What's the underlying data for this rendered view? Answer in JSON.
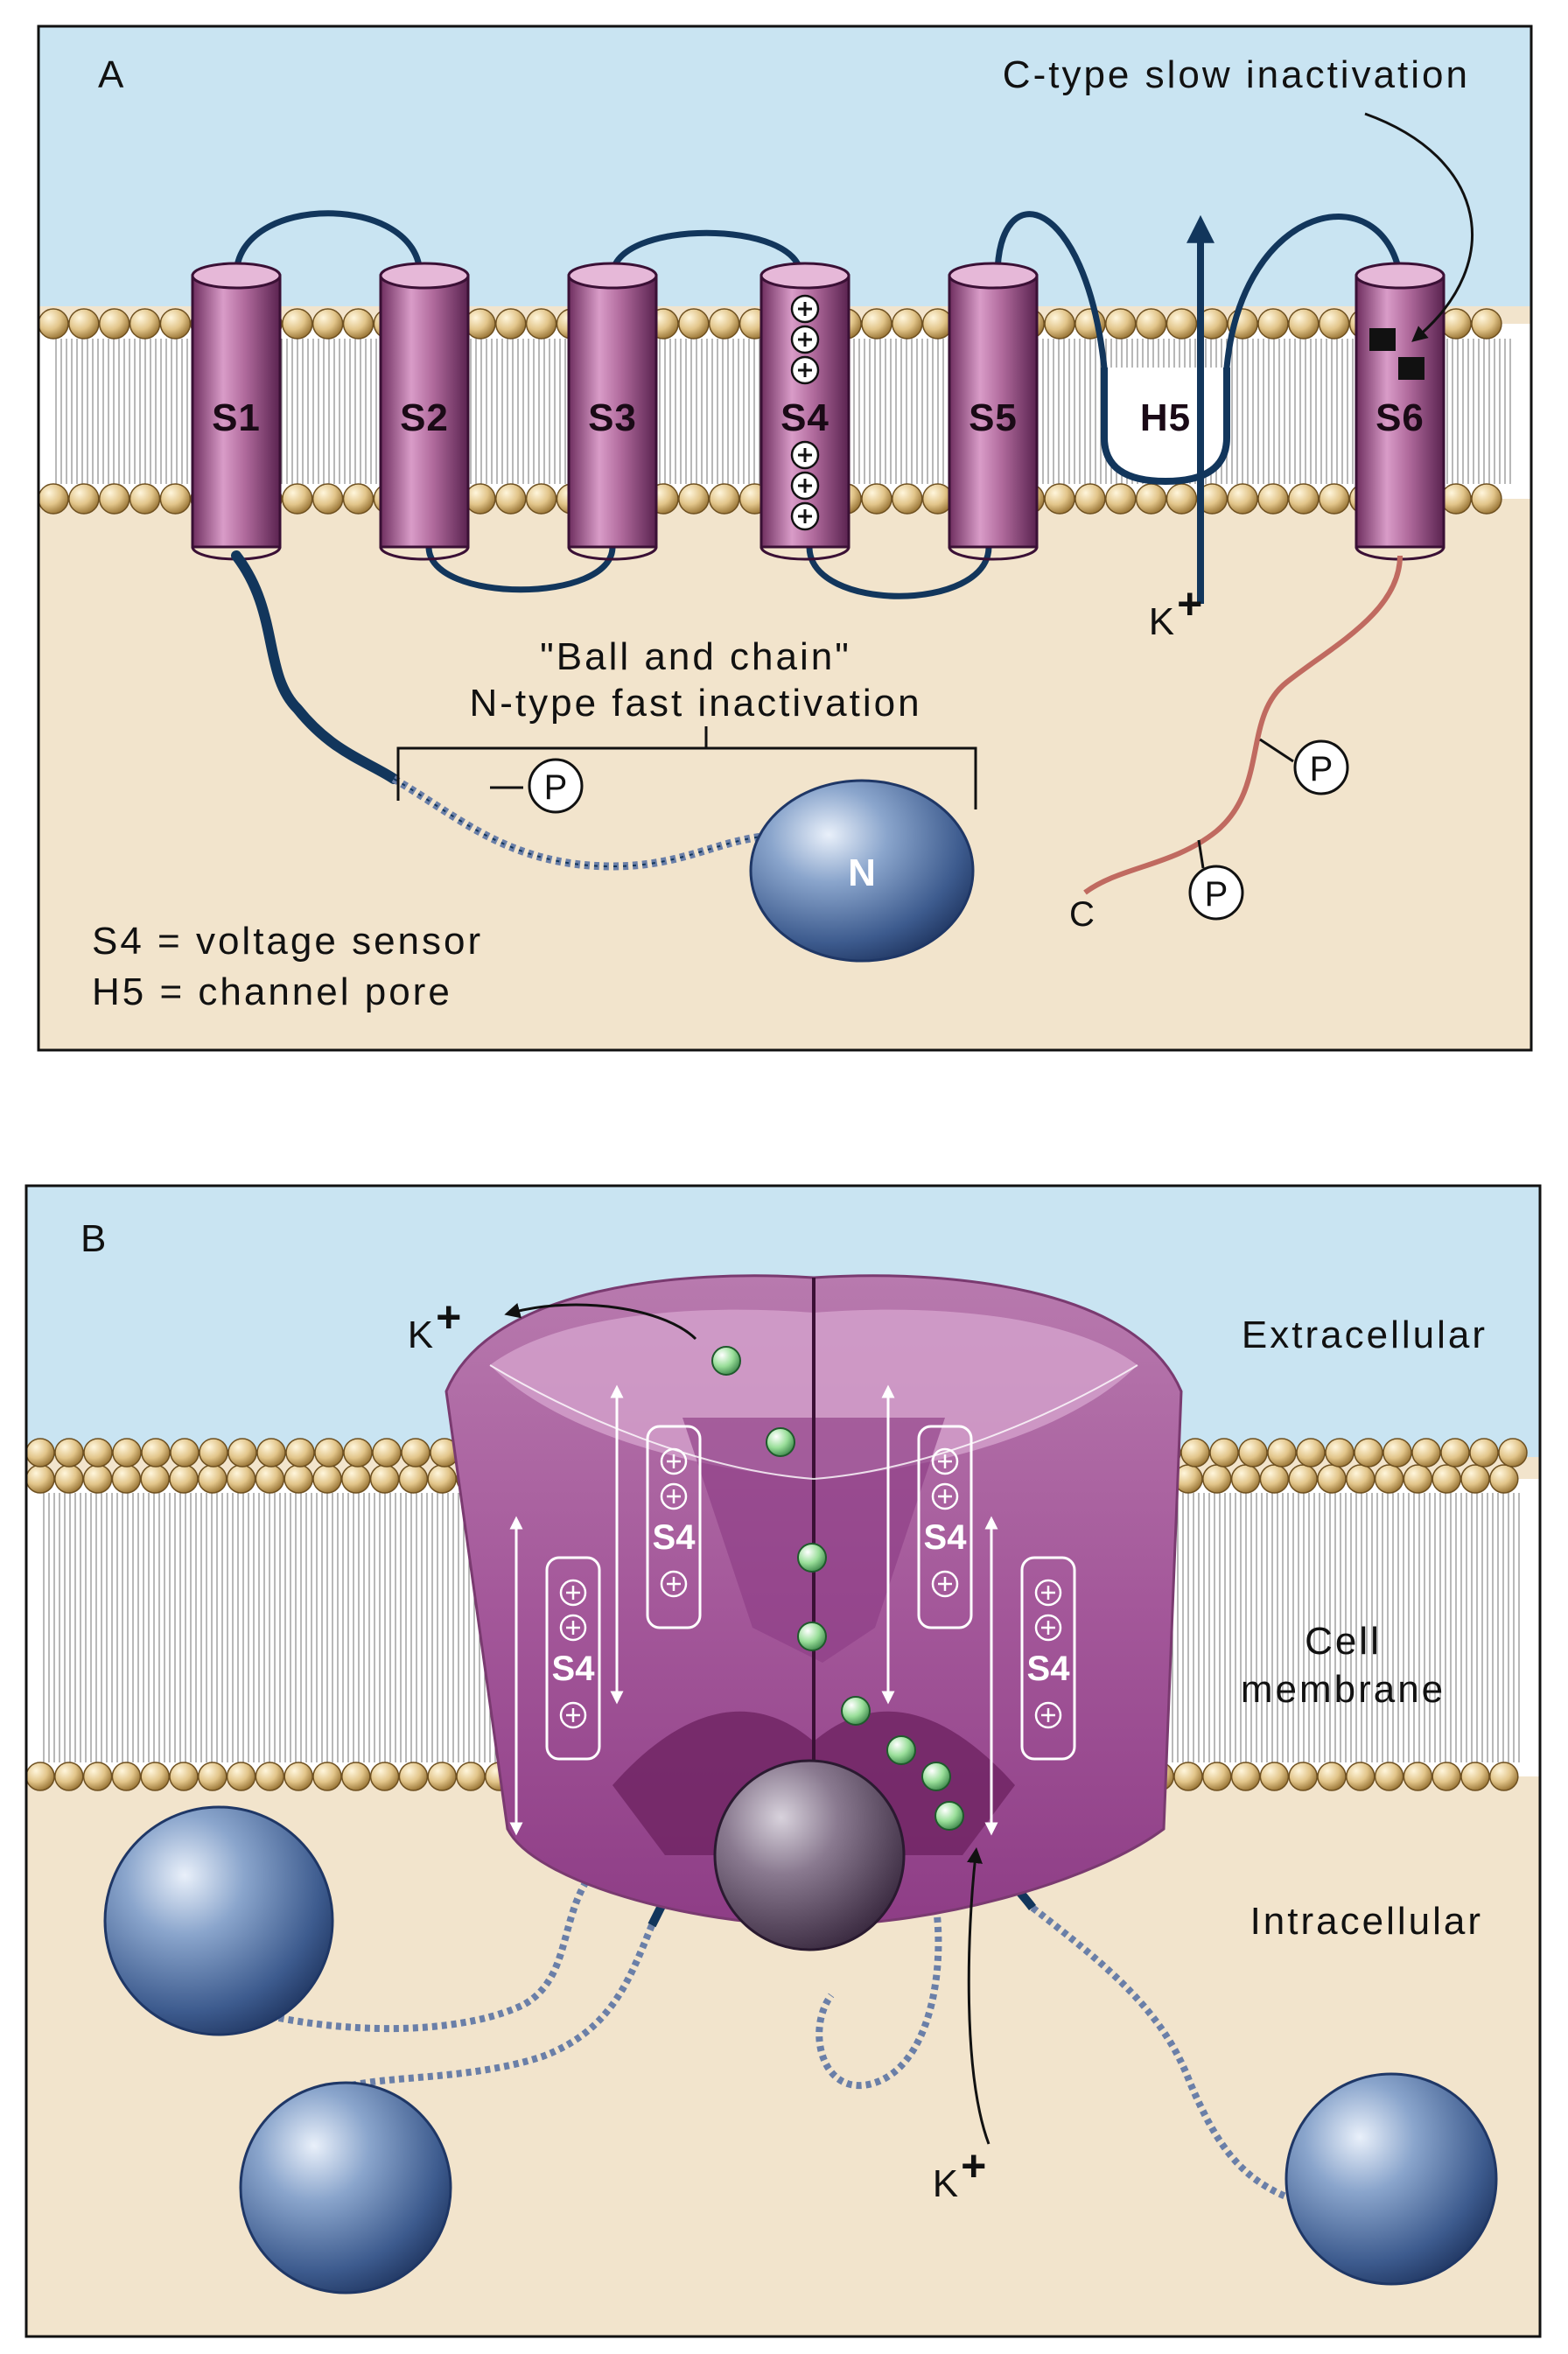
{
  "panel_a": {
    "letter": "A",
    "segments": [
      "S1",
      "S2",
      "S3",
      "S4",
      "S5",
      "H5",
      "S6"
    ],
    "c_type_label": "C-type slow inactivation",
    "ball_chain_line1": "\"Ball and chain\"",
    "ball_chain_line2": "N-type fast inactivation",
    "ion_label": "K",
    "ion_charge": "+",
    "n_terminus": "N",
    "c_terminus": "C",
    "phospho": "P",
    "legend_line1": "S4 = voltage sensor",
    "legend_line2": "H5 = channel pore"
  },
  "panel_b": {
    "letter": "B",
    "extracellular": "Extracellular",
    "cell_membrane_line1": "Cell",
    "cell_membrane_line2": "membrane",
    "intracellular": "Intracellular",
    "ion_label": "K",
    "ion_charge": "+",
    "sensor_label": "S4"
  },
  "colors": {
    "extracellular": "#c9e4f2",
    "intracellular": "#f2e4cc",
    "helix": "#a85a92",
    "chain": "#123a78",
    "c_tail": "#c06a60",
    "ball": "#5a78a8",
    "lipid_head": "#c29a55",
    "channel": "#b76aa6"
  }
}
